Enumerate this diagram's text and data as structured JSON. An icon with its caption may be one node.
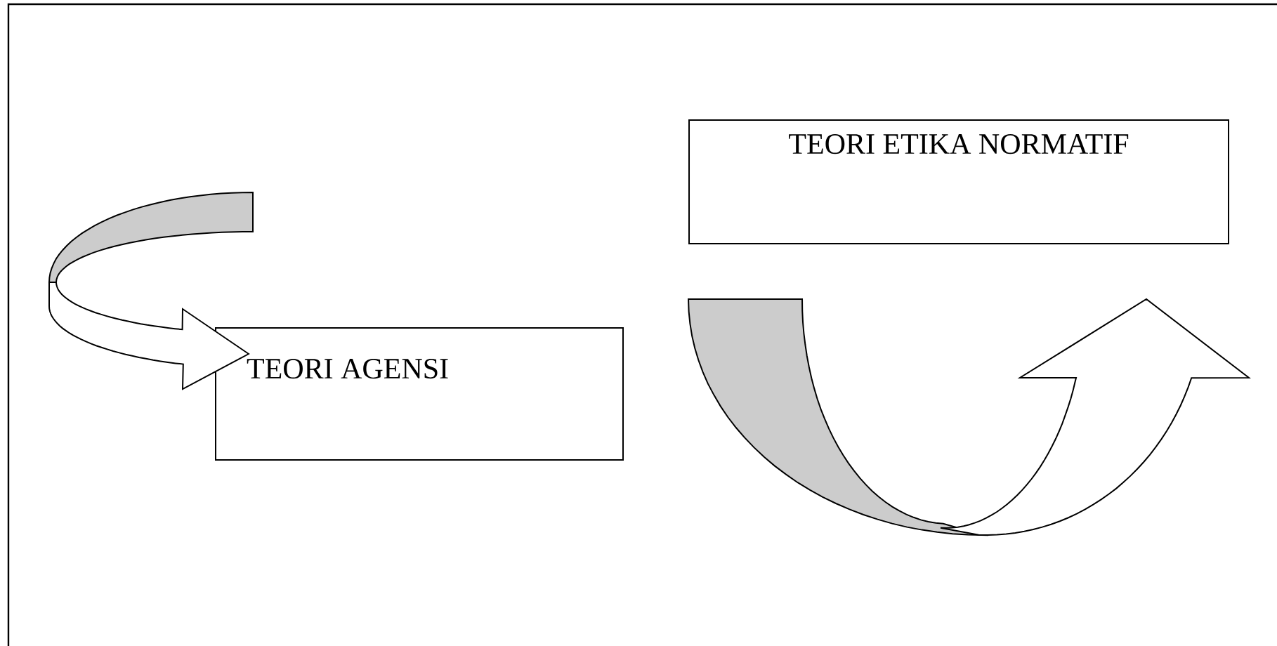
{
  "diagram": {
    "nodes": [
      {
        "text": [
          "TEORI ETIKA NORMATIF"
        ]
      },
      {
        "text": [
          "TEORI AGENSI"
        ]
      }
    ],
    "edges": [
      {
        "from": null,
        "to": 1,
        "arrow": "to"
      }
    ]
  }
}
